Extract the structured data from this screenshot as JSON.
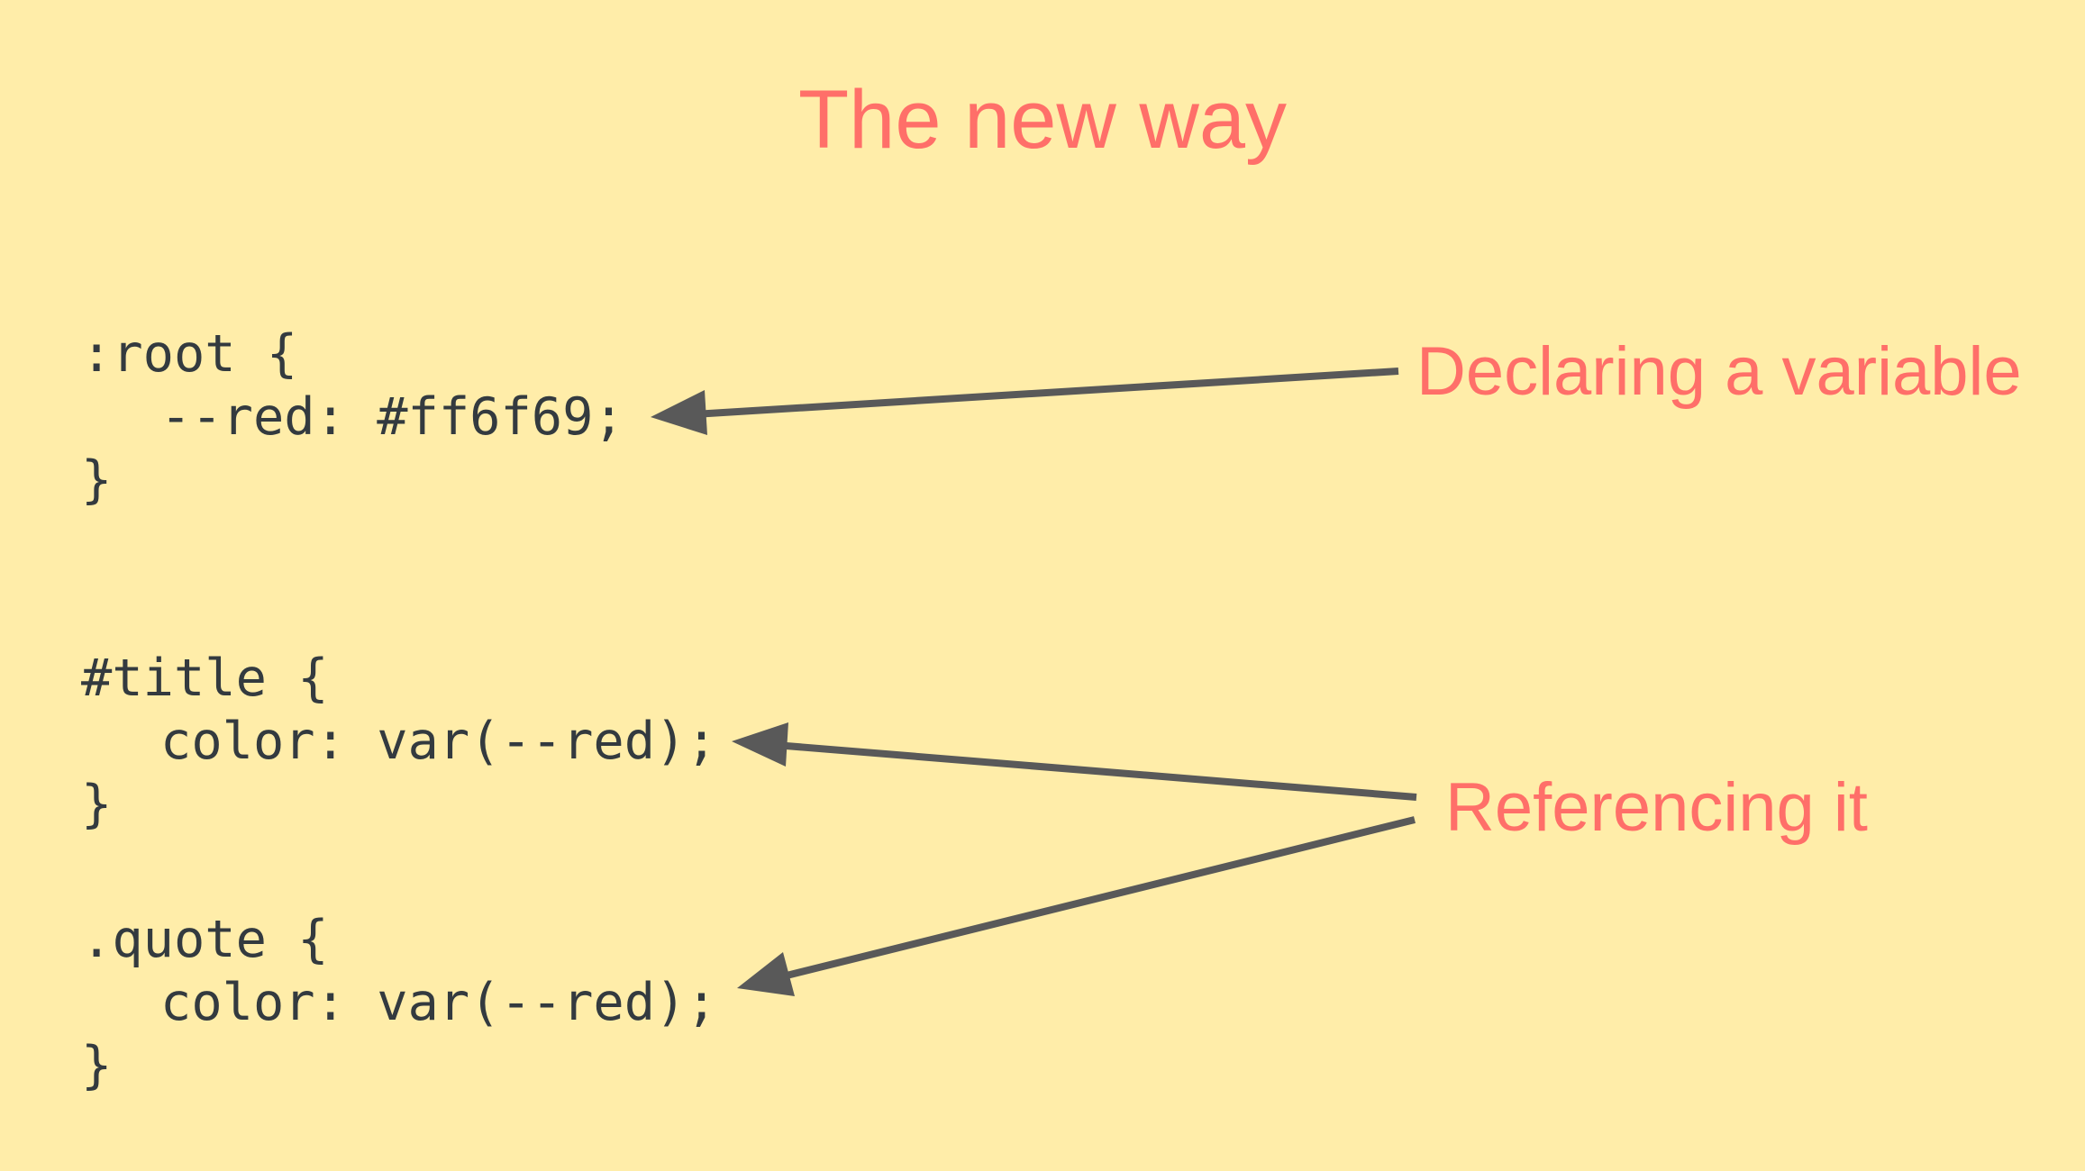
{
  "slide": {
    "title": "The new way",
    "background_color": "#ffeda9",
    "accent_color": "#ff6f69",
    "code_color": "#333a3f",
    "arrow_color": "#595959"
  },
  "code": {
    "root_open": ":root {",
    "root_decl": "--red: #ff6f69;",
    "root_close": "}",
    "title_open": "#title {",
    "title_decl": "color: var(--red);",
    "title_close": "}",
    "quote_open": ".quote {",
    "quote_decl": "color: var(--red);",
    "quote_close": "}"
  },
  "annotations": {
    "declaring": "Declaring a variable",
    "referencing": "Referencing it"
  }
}
